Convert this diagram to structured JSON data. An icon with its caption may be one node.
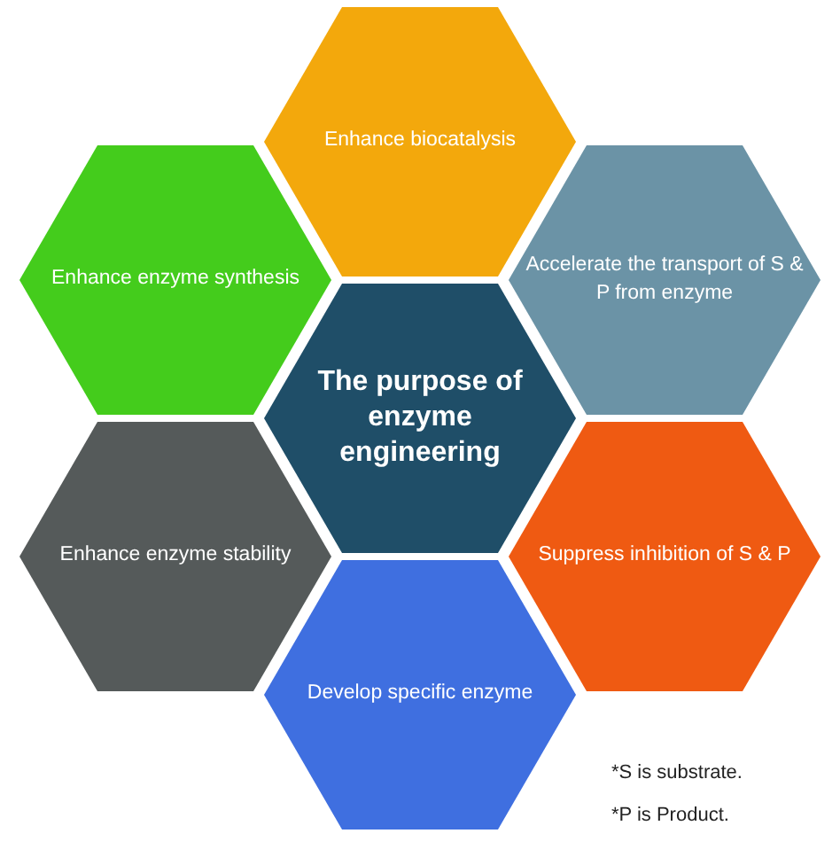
{
  "diagram": {
    "nodes": [
      {
        "text": [
          "The purpose of enzyme engineering"
        ]
      },
      {
        "text": [
          "Enhance biocatalysis"
        ]
      },
      {
        "text": [
          "Enhance enzyme synthesis"
        ]
      },
      {
        "text": [
          "Accelerate the transport of S & P from enzyme"
        ]
      },
      {
        "text": [
          "Enhance enzyme stability"
        ]
      },
      {
        "text": [
          "Suppress inhibition of S & P"
        ]
      },
      {
        "text": [
          "Develop specific enzyme"
        ]
      }
    ],
    "labels": [
      "*S is substrate.",
      "*P is Product."
    ]
  }
}
